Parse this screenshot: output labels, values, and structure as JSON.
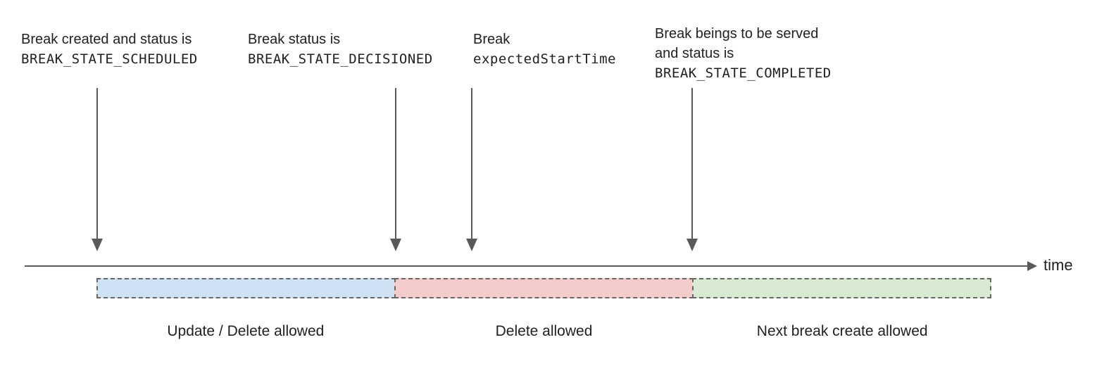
{
  "annotations": {
    "scheduled": {
      "text": "Break created and status is",
      "code": "BREAK_STATE_SCHEDULED"
    },
    "decisioned": {
      "text": "Break status is",
      "code": "BREAK_STATE_DECISIONED"
    },
    "expected_start": {
      "text": "Break",
      "code": "expectedStartTime"
    },
    "completed": {
      "text_line1": "Break beings to be served",
      "text_line2": "and status is",
      "code": "BREAK_STATE_COMPLETED"
    }
  },
  "timeline": {
    "axis_label": "time"
  },
  "phases": [
    {
      "name": "update-delete-allowed",
      "label": "Update / Delete allowed",
      "fill": "#cfe2f3"
    },
    {
      "name": "delete-allowed",
      "label": "Delete allowed",
      "fill": "#f4cccc"
    },
    {
      "name": "next-break-create-allowed",
      "label": "Next break create allowed",
      "fill": "#d9ead3"
    }
  ],
  "colors": {
    "arrow": "#595959",
    "segment_border": "#666666",
    "text": "#202124"
  }
}
